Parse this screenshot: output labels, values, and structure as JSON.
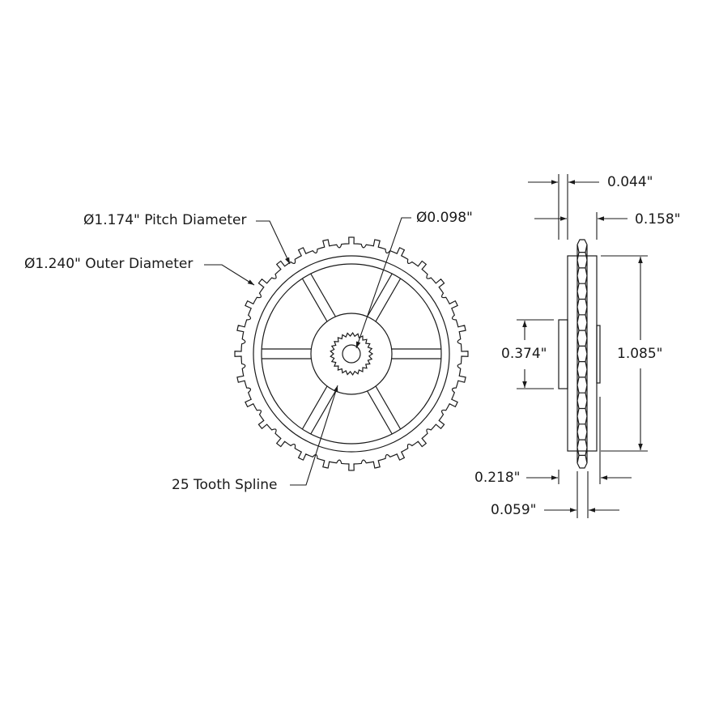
{
  "drawing": {
    "type": "engineering drawing",
    "subject": "spur gear / sprocket with spokes, front and side views",
    "line_color": "#1a1a1a",
    "background": "#ffffff"
  },
  "front_view": {
    "tooth_count": 28,
    "spoke_count": 6,
    "callouts": {
      "pitch_diameter": "Ø1.174\" Pitch Diameter",
      "outer_diameter": "Ø1.240\" Outer Diameter",
      "bore": "Ø0.098\"",
      "spline": "25 Tooth Spline"
    }
  },
  "side_view": {
    "dimensions": {
      "hub_step": "0.044\"",
      "face_offset": "0.158\"",
      "hub_diameter": "0.374\"",
      "plate_diameter": "1.085\"",
      "overall_width": "0.218\"",
      "tooth_width": "0.059\""
    }
  }
}
